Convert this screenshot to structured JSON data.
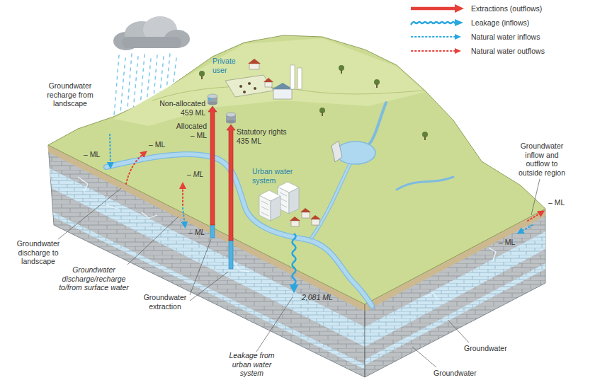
{
  "diagram": {
    "labels": [
      "Groundwater recharge from landscape",
      "– ML",
      "– ML",
      "Private user",
      "Non-allocated 459 ML",
      "Allocated – ML",
      "Statutory rights 435 ML",
      "– ML",
      "Urban water system",
      "– ML",
      "Groundwater inflow and outflow to outside region",
      "– ML",
      "Groundwater discharge to landscape",
      "– ML",
      "Groundwater discharge/recharge to/from surface water",
      "2,081 ML",
      "Groundwater extraction",
      "Groundwater",
      "Leakage from urban water system",
      "Groundwater"
    ],
    "legend": [
      {
        "text": "Extractions (outflows)"
      },
      {
        "text": "Leakage (inflows)"
      },
      {
        "text": "Natural water inflows"
      },
      {
        "text": "Natural water outflows"
      }
    ]
  }
}
